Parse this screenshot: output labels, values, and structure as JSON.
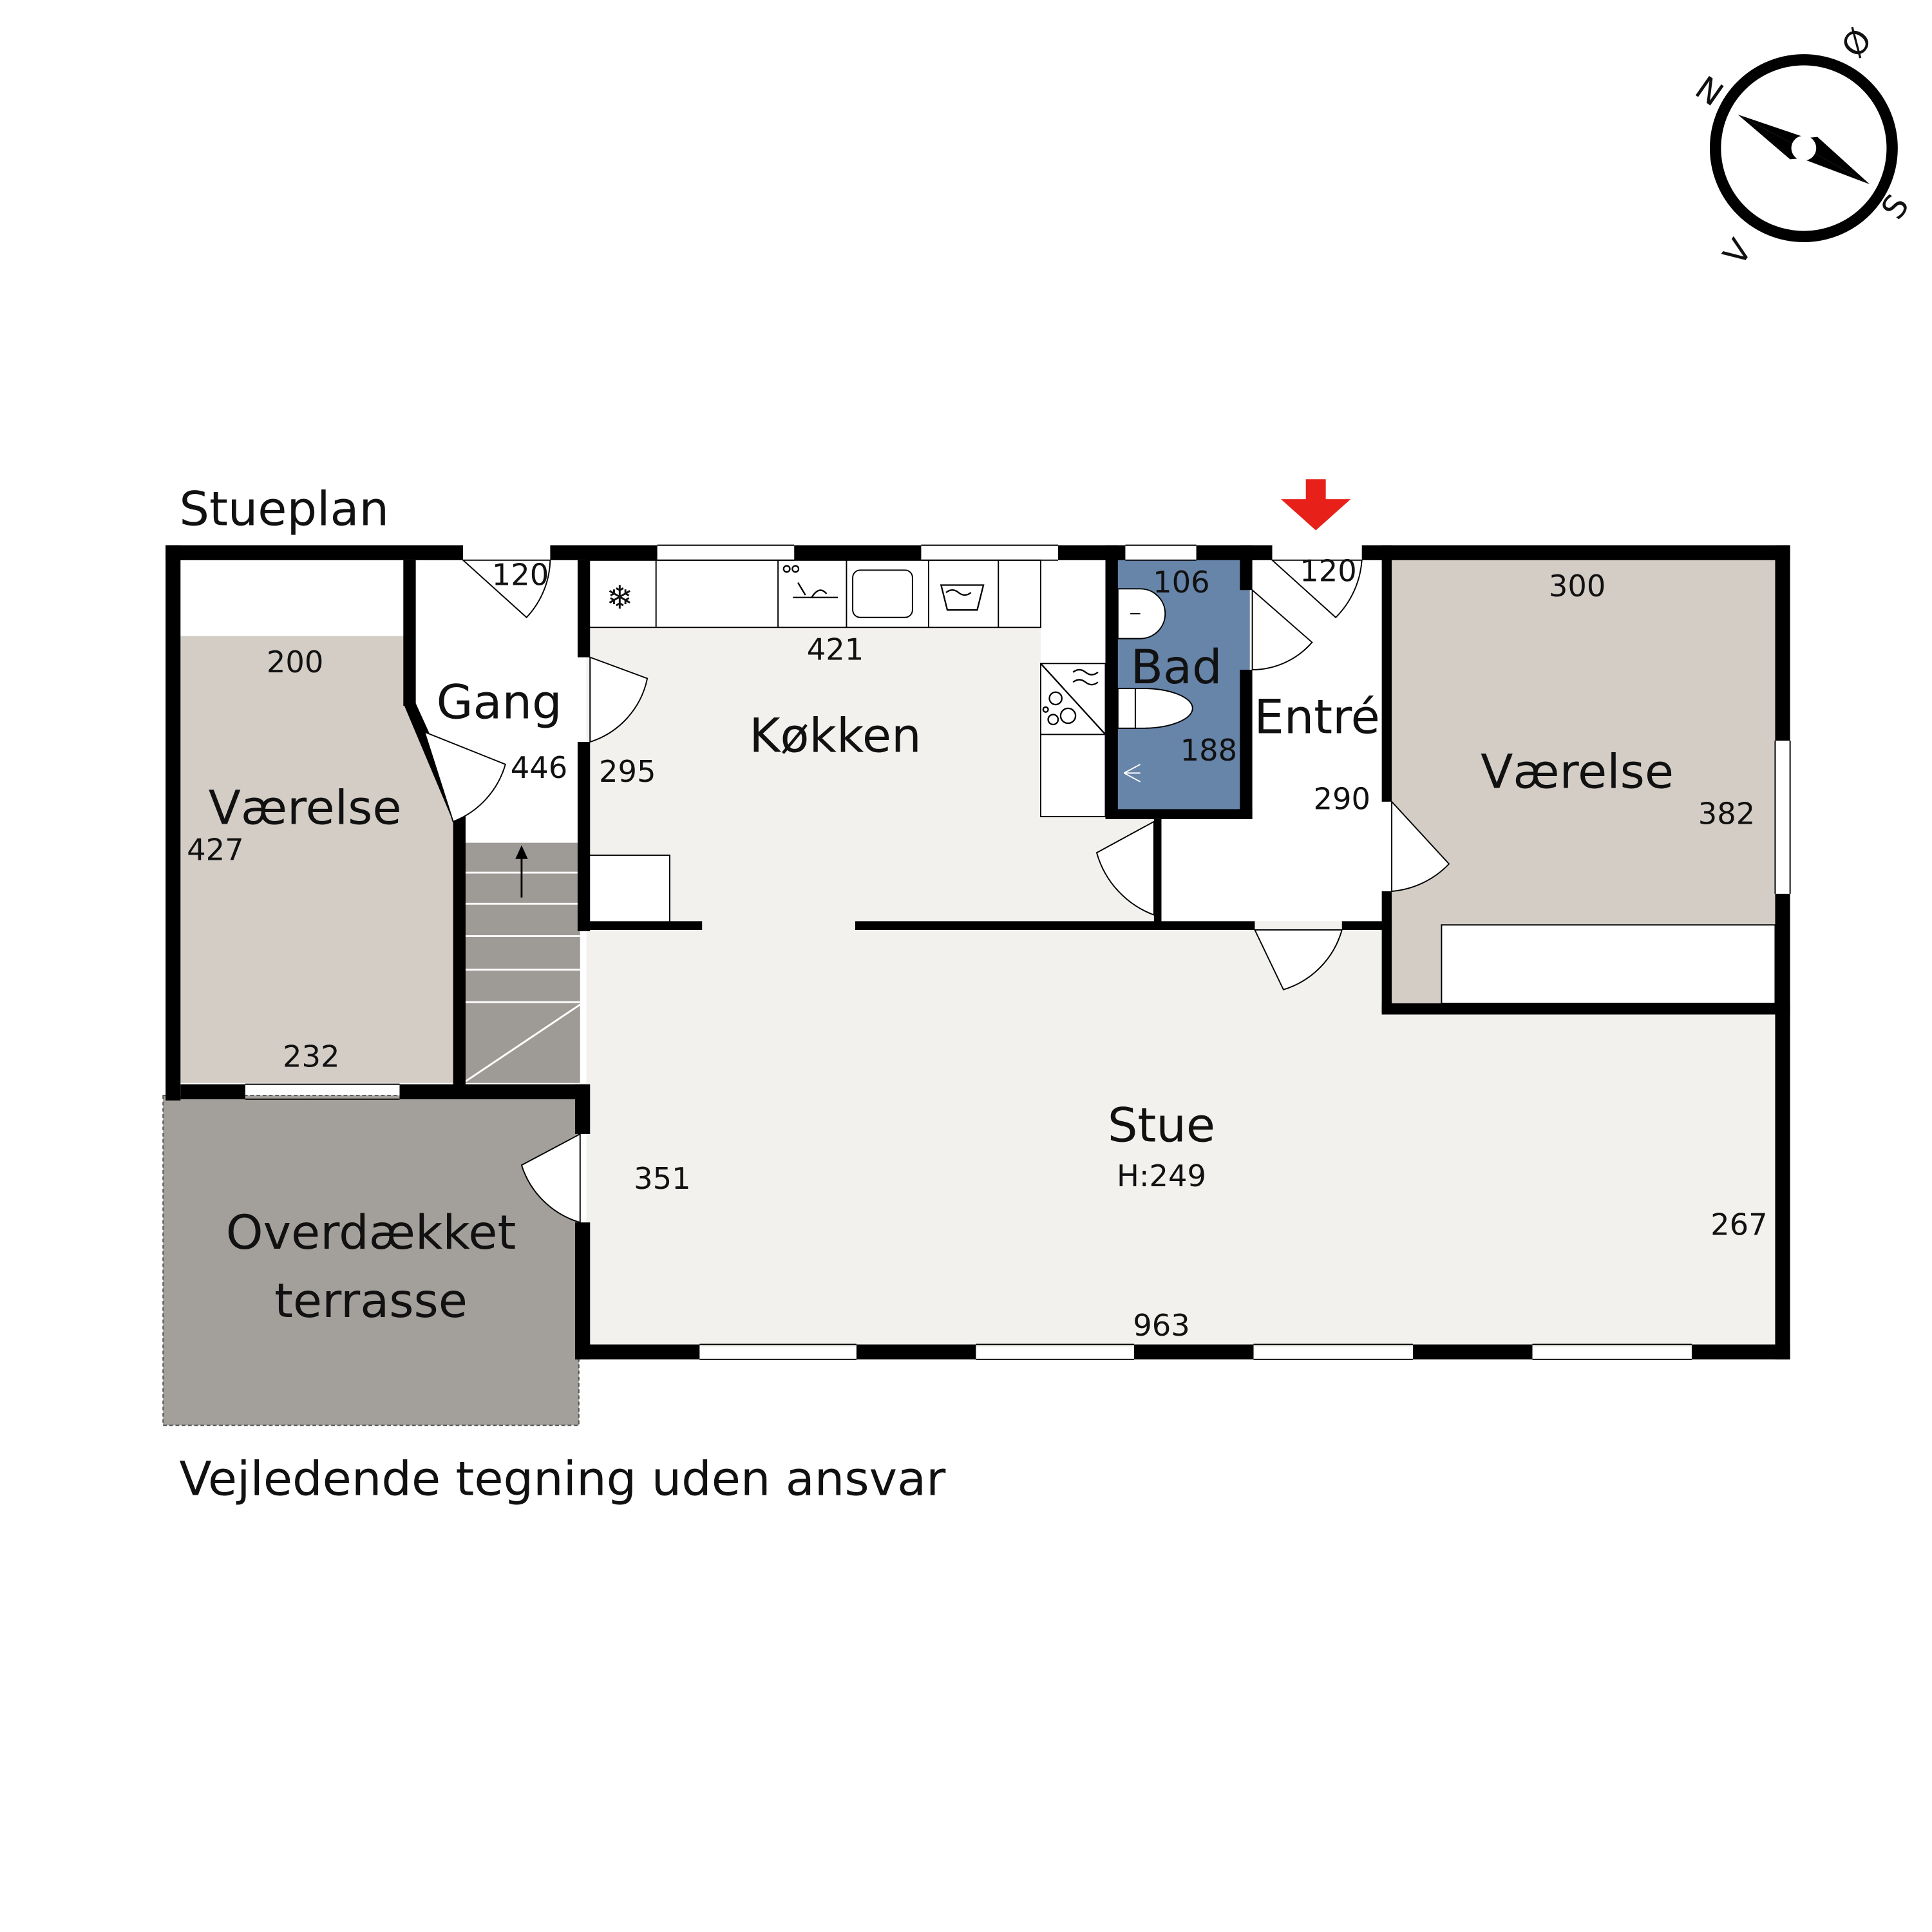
{
  "title": "Stueplan",
  "disclaimer": "Vejledende tegning uden ansvar",
  "compass": {
    "north": "N",
    "east": "Ø",
    "south": "S",
    "west": "V"
  },
  "entrance_marker_color": "#e8201a",
  "colors": {
    "wall": "#000000",
    "room_light": "#f2f1ee",
    "bedroom": "#d3cdc6",
    "terrace": "#a39f9a",
    "stair": "#9e9a96",
    "bathroom": "#6784a9"
  },
  "rooms": {
    "vaerelse_left": {
      "label": "Værelse",
      "dims": [
        "200",
        "427",
        "232"
      ]
    },
    "gang": {
      "label": "Gang",
      "dims": [
        "120",
        "446"
      ]
    },
    "kokken": {
      "label": "Køkken",
      "dims": [
        "421",
        "295"
      ]
    },
    "bad": {
      "label": "Bad",
      "dims": [
        "106",
        "188"
      ]
    },
    "entre": {
      "label": "Entré",
      "dims": [
        "120",
        "290"
      ]
    },
    "vaerelse_right": {
      "label": "Værelse",
      "dims": [
        "300",
        "382"
      ]
    },
    "stue": {
      "label": "Stue",
      "height": "H:249",
      "dims": [
        "351",
        "267",
        "963"
      ]
    },
    "terrasse": {
      "label_line1": "Overdækket",
      "label_line2": "terrasse"
    }
  }
}
